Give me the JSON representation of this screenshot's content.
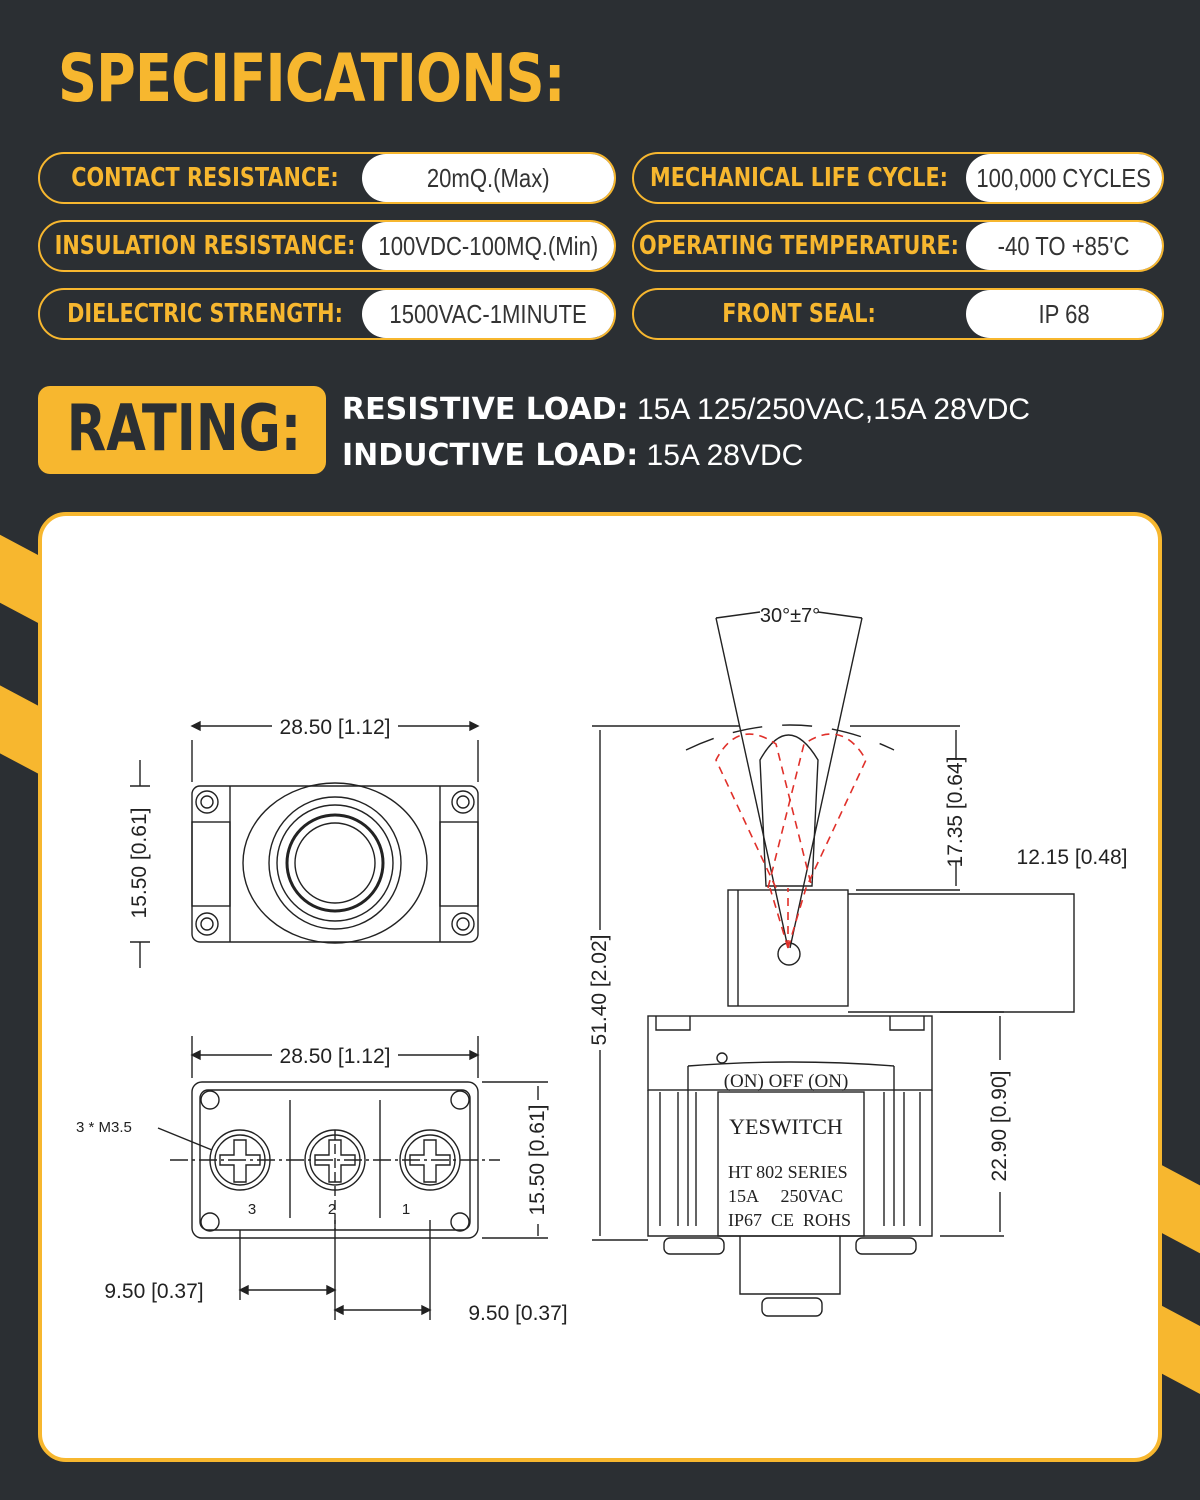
{
  "title": "SPECIFICATIONS:",
  "specs": {
    "contact_resistance": {
      "label": "CONTACT RESISTANCE:",
      "value": "20mQ.(Max)"
    },
    "mechanical_life": {
      "label": "MECHANICAL LIFE CYCLE:",
      "value": "100,000 CYCLES"
    },
    "insulation_resistance": {
      "label": "INSULATION RESISTANCE:",
      "value": "100VDC-100MQ.(Min)"
    },
    "operating_temperature": {
      "label": "OPERATING TEMPERATURE:",
      "value": "-40 TO +85'C"
    },
    "dielectric_strength": {
      "label": "DIELECTRIC STRENGTH:",
      "value": "1500VAC-1MINUTE"
    },
    "front_seal": {
      "label": "FRONT SEAL:",
      "value": "IP 68"
    }
  },
  "rating": {
    "title": "RATING:",
    "resistive_label": "RESISTIVE LOAD:",
    "resistive_value": "15A 125/250VAC,15A 28VDC",
    "inductive_label": "INDUCTIVE LOAD:",
    "inductive_value": "15A 28VDC"
  },
  "drawing": {
    "top_width": "28.50 [1.12]",
    "top_height": "15.50 [0.61]",
    "bottom_width": "28.50 [1.12]",
    "bottom_height": "15.50 [0.61]",
    "screw_callout": "3 * M3.5",
    "terminal_3": "3",
    "terminal_2": "2",
    "terminal_1": "1",
    "pitch_left": "9.50 [0.37]",
    "pitch_right": "9.50 [0.37]",
    "angle": "30°±7°",
    "lever_height": "17.35 [0.64]",
    "bushing_width": "12.15 [0.48]",
    "total_height": "51.40 [2.02]",
    "body_height": "22.90 [0.90]",
    "body_text_1": "(ON) OFF (ON)",
    "body_text_2": "YESWITCH",
    "body_text_3": "HT 802 SERIES",
    "body_text_4": "15A     250VAC",
    "body_text_5": "IP67  CE  ROHS"
  },
  "colors": {
    "accent": "#f7b72f",
    "background": "#2b2f33",
    "panel": "#ffffff",
    "lever_outline": "#e0302a"
  }
}
